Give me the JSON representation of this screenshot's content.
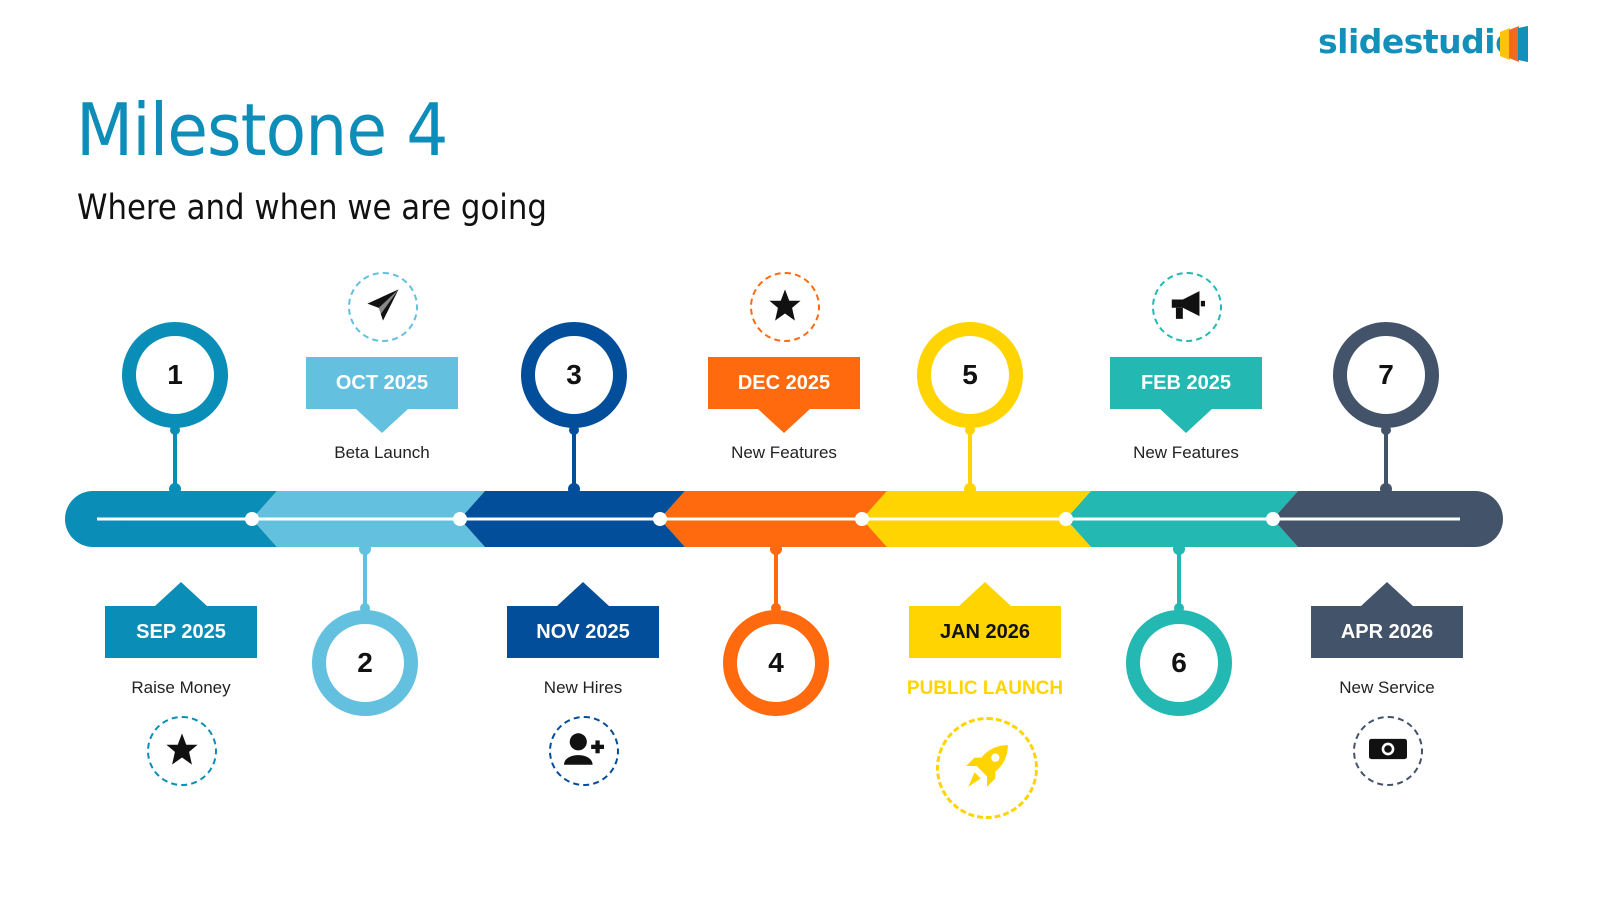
{
  "logo": {
    "text": "slidestudio"
  },
  "header": {
    "title": "Milestone 4",
    "subtitle": "Where and when we are going"
  },
  "milestones": [
    {
      "number": "1",
      "date": "SEP 2025",
      "caption": "Raise Money",
      "icon": "star-icon",
      "color": "#0A8DB7",
      "text_color": "#ffffff"
    },
    {
      "number": "2",
      "date": "OCT 2025",
      "caption": "Beta Launch",
      "icon": "paper-plane-icon",
      "color": "#63C0DE",
      "text_color": "#ffffff"
    },
    {
      "number": "3",
      "date": "NOV 2025",
      "caption": "New Hires",
      "icon": "user-plus-icon",
      "color": "#024E9A",
      "text_color": "#ffffff"
    },
    {
      "number": "4",
      "date": "DEC 2025",
      "caption": "New Features",
      "icon": "star-icon",
      "color": "#FF6A0E",
      "text_color": "#ffffff"
    },
    {
      "number": "5",
      "date": "JAN 2026",
      "caption": "PUBLIC LAUNCH",
      "icon": "rocket-icon",
      "color": "#FFD400",
      "text_color": "#111111",
      "highlight": true
    },
    {
      "number": "6",
      "date": "FEB 2025",
      "caption": "New Features",
      "icon": "megaphone-icon",
      "color": "#23B8B1",
      "text_color": "#ffffff"
    },
    {
      "number": "7",
      "date": "APR 2026",
      "caption": "New Service",
      "icon": "money-icon",
      "color": "#435369",
      "text_color": "#ffffff"
    }
  ]
}
